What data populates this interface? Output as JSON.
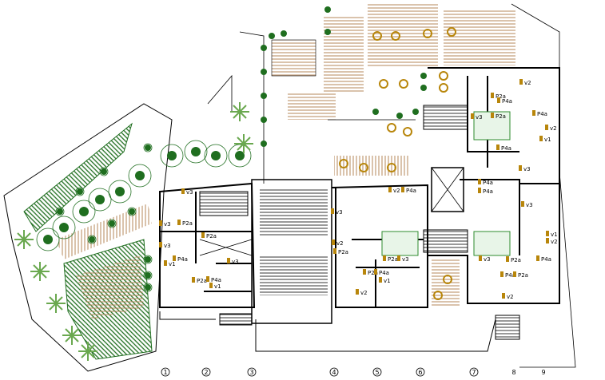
{
  "plan": {
    "colors": {
      "wall": "#000000",
      "paving": "#b5875a",
      "tree": "#1f6e1f",
      "fixture": "#b8860b",
      "planter": "#2e8b2e"
    },
    "grid_axes": [
      "1",
      "2",
      "3",
      "4",
      "5",
      "6",
      "7",
      "8",
      "9"
    ],
    "room_labels": [
      "v3",
      "P2a",
      "v3",
      "v3",
      "P4a",
      "v1",
      "P2a",
      "P4a",
      "v1",
      "P2a",
      "v3",
      "v3",
      "v2",
      "P4a",
      "P2a",
      "v2",
      "P2a",
      "v3",
      "P2a",
      "P4a",
      "v1",
      "v2",
      "v2",
      "P2a",
      "P4a",
      "v3",
      "P2a",
      "P4a",
      "v2",
      "v1",
      "P4a",
      "v3",
      "P4a",
      "P4a",
      "v3",
      "v1",
      "v2",
      "P2a",
      "P4a",
      "P4a",
      "P2a",
      "v3",
      "v2"
    ]
  }
}
